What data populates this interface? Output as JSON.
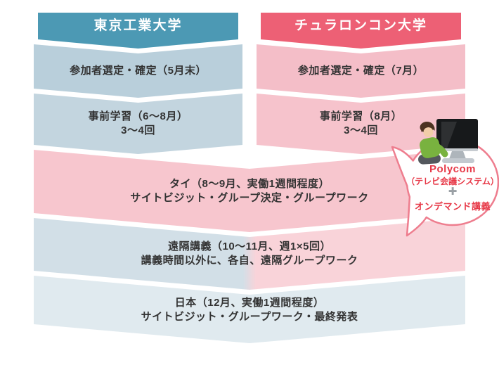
{
  "colors": {
    "tokyo_header": "#4c99b4",
    "chula_header": "#ed6075",
    "tokyo_step1": "#b9cfdb",
    "tokyo_step2": "#c3d5df",
    "chula_step1": "#f4bec8",
    "chula_step2": "#f6c3cc",
    "thai_band": "#f7c6ce",
    "remote_left": "#d2dfe7",
    "remote_right": "#f9d3d9",
    "japan_band": "#e0eaef",
    "band_text": "#333333",
    "callout_border": "#ee7d8e",
    "callout_text": "#e73948",
    "plus_sign": "#9aa0a5"
  },
  "columns": {
    "left": {
      "header": "東京工業大学",
      "step1": "参加者選定・確定（5月末）",
      "step2_line1": "事前学習（6～8月）",
      "step2_line2": "3～4回"
    },
    "right": {
      "header": "チュラロンコン大学",
      "step1": "参加者選定・確定（7月）",
      "step2_line1": "事前学習（8月）",
      "step2_line2": "3～4回"
    }
  },
  "merged": {
    "thailand_line1": "タイ（8～9月、実働1週間程度）",
    "thailand_line2": "サイトビジット・グループ決定・グループワーク",
    "remote_line1": "遠隔講義（10～11月、週1×5回）",
    "remote_line2": "講義時間以外に、各自、遠隔グループワーク",
    "japan_line1": "日本（12月、実働1週間程度）",
    "japan_line2": "サイトビジット・グループワーク・最終発表"
  },
  "callout": {
    "product": "Polycom",
    "system": "（テレビ会議システム）",
    "plus": "✚",
    "ondemand": "オンデマンド講義"
  }
}
